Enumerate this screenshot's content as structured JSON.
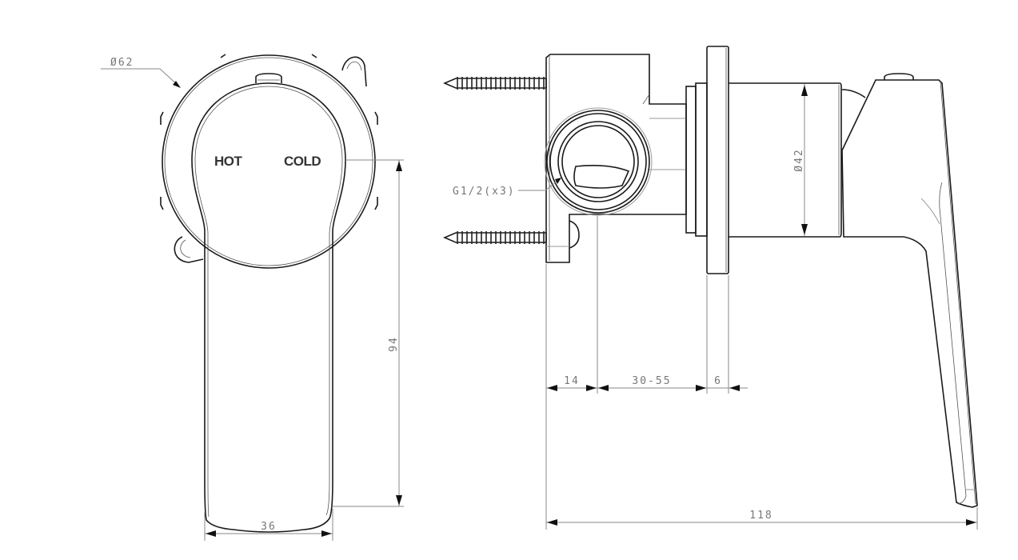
{
  "drawing": {
    "type": "technical-drawing",
    "subject": "Wall-mounted shower mixer (front view and side view)",
    "units": "mm"
  },
  "front_view": {
    "labels": {
      "hot": "HOT",
      "cold": "COLD"
    },
    "dimensions": {
      "plate_diameter": "Ø62",
      "lever_height": "94",
      "lever_width": "36"
    }
  },
  "side_view": {
    "callouts": {
      "inlet_thread": "G1/2(x3)"
    },
    "dimensions": {
      "body_diameter": "Ø42",
      "mount_depth": "14",
      "adjust_range": "30-55",
      "plate_thickness": "6",
      "total_depth": "118"
    }
  },
  "colors": {
    "outline": "#1a1a1a",
    "dimension_line": "#8a8a8a",
    "dimension_text": "#777777",
    "label_text": "#333333",
    "background": "#ffffff"
  }
}
